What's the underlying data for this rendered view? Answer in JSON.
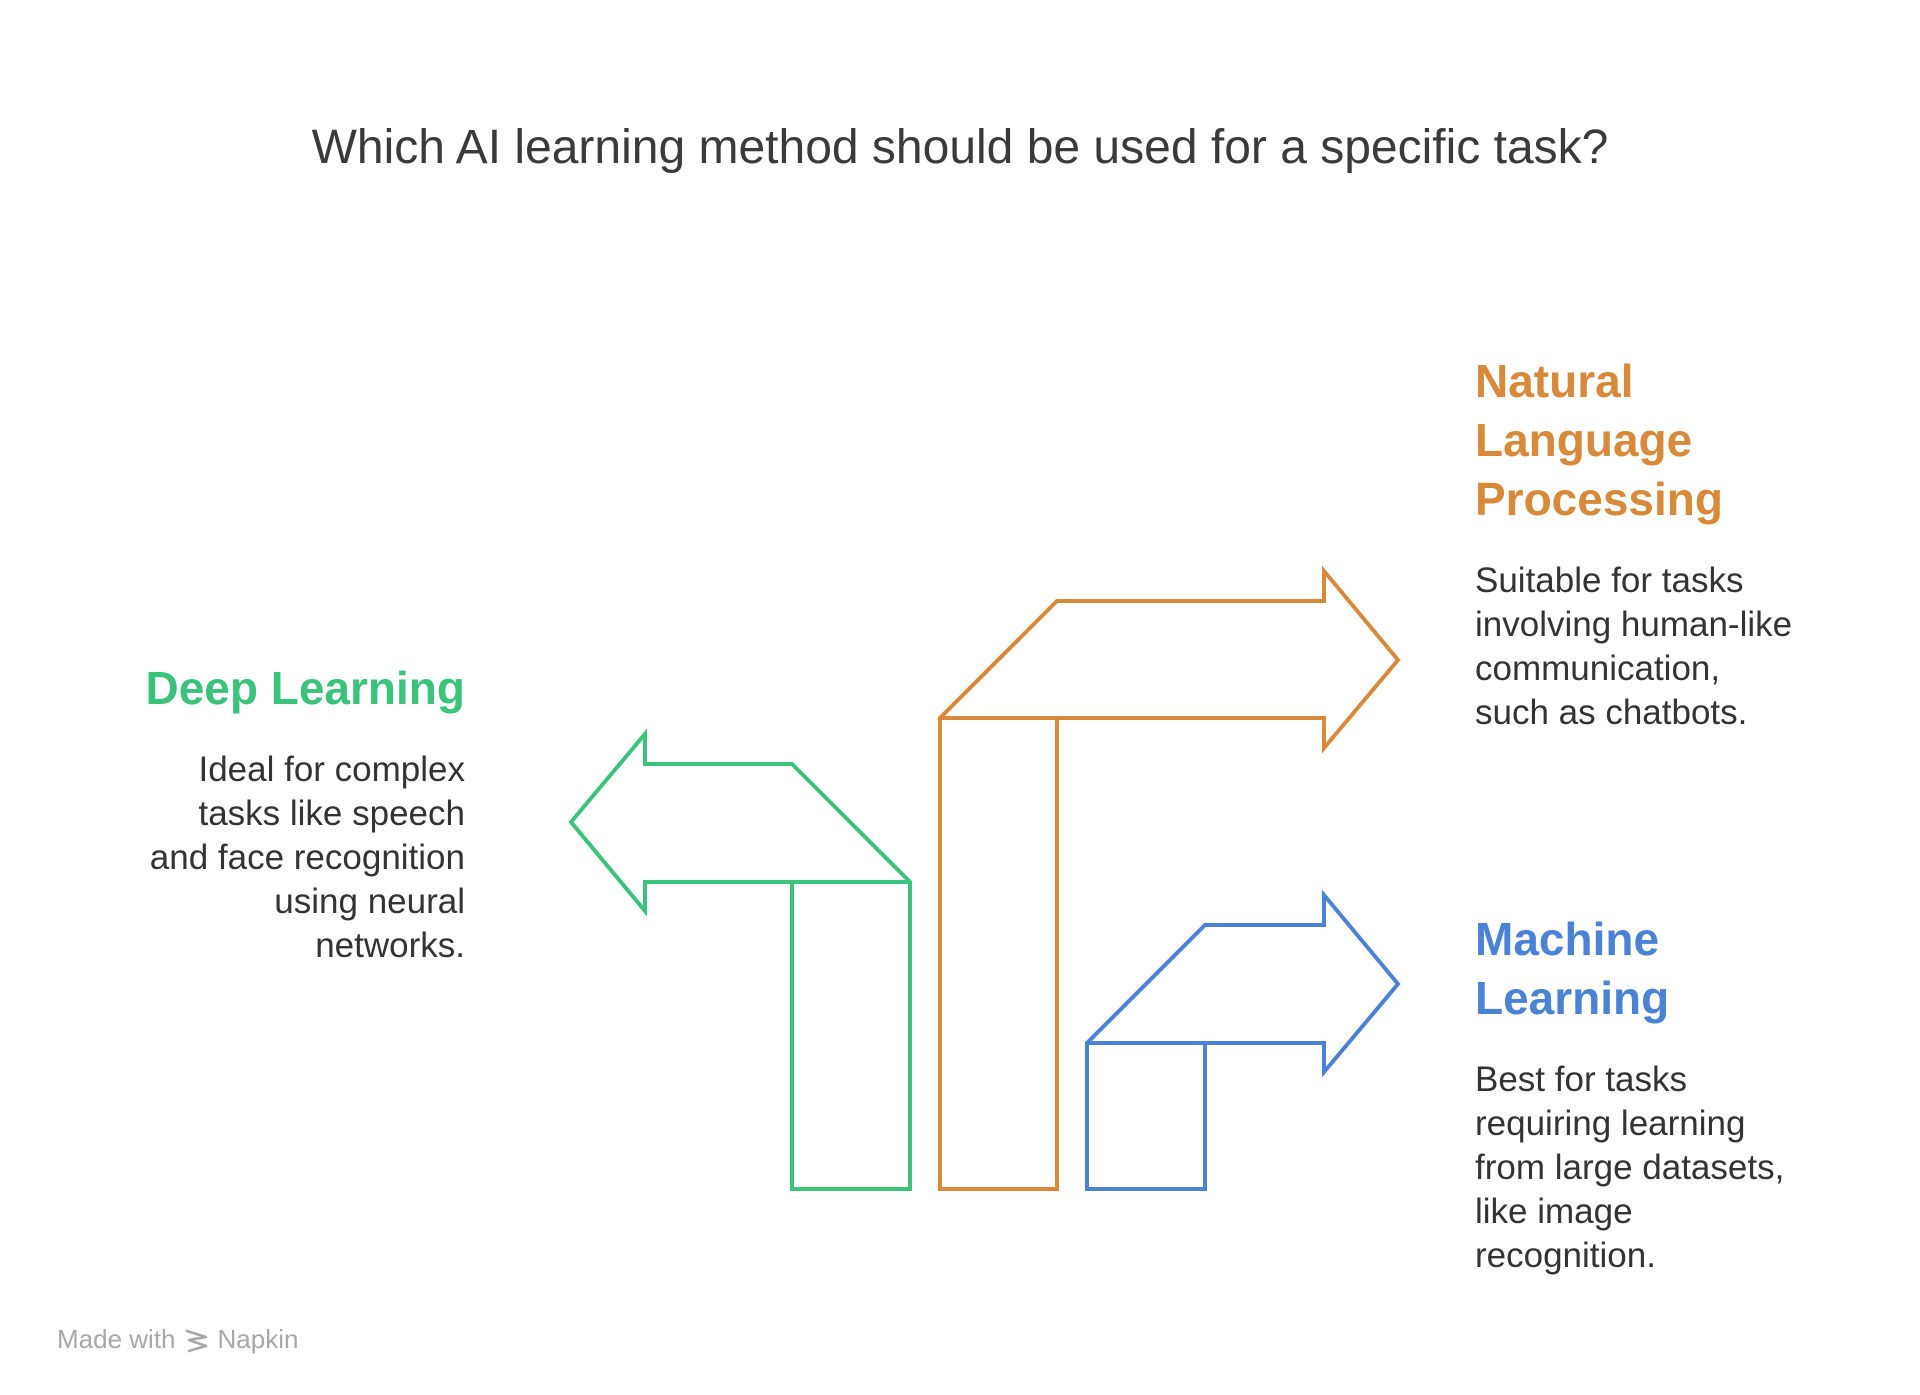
{
  "title": "Which AI learning method should be used for a specific task?",
  "colors": {
    "deep_learning": "#3bc27b",
    "nlp": "#d9893a",
    "machine_learning": "#4a82d6",
    "text": "#333333",
    "footer": "#a8a8a8"
  },
  "options": [
    {
      "id": "deep-learning",
      "heading_lines": [
        "Deep Learning"
      ],
      "description_lines": [
        "Ideal for complex",
        "tasks like speech",
        "and face recognition",
        "using neural",
        "networks."
      ],
      "arrow_direction": "left"
    },
    {
      "id": "nlp",
      "heading_lines": [
        "Natural",
        "Language",
        "Processing"
      ],
      "description_lines": [
        "Suitable for tasks",
        "involving human-like",
        "communication,",
        "such as chatbots."
      ],
      "arrow_direction": "right"
    },
    {
      "id": "machine-learning",
      "heading_lines": [
        "Machine",
        "Learning"
      ],
      "description_lines": [
        "Best for tasks",
        "requiring learning",
        "from large datasets,",
        "like image",
        "recognition."
      ],
      "arrow_direction": "right"
    }
  ],
  "footer": {
    "made_with": "Made with",
    "brand": "Napkin",
    "icon": "napkin-logo-icon"
  }
}
